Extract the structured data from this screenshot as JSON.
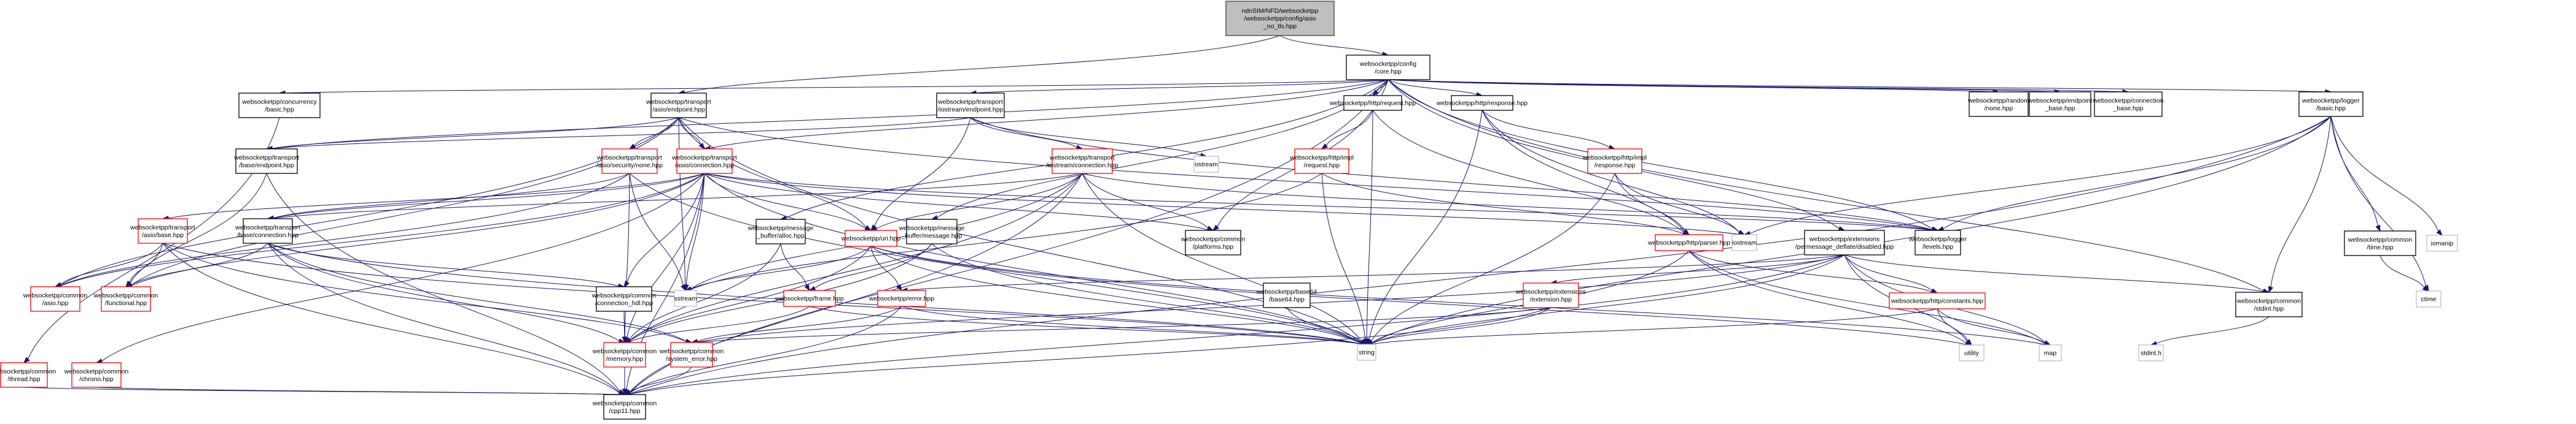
{
  "title": "Include dependency graph for asio_no_tls.hpp",
  "colors": {
    "edge": "#191970",
    "root_fill": "#bfbfbf",
    "root_border": "#404040",
    "normal_border": "#000000",
    "truncated_border": "#ff0000",
    "system_border": "#bfbfbf",
    "fill": "#ffffff"
  },
  "nodes": [
    {
      "id": "root",
      "label": [
        "ndnSIM/NFD/websocketpp",
        "/websocketpp/config/asio",
        "_no_tls.hpp"
      ],
      "kind": "root"
    },
    {
      "id": "core",
      "label": [
        "websocketpp/config",
        "/core.hpp"
      ],
      "kind": "normal"
    },
    {
      "id": "conc",
      "label": [
        "websocketpp/concurrency",
        "/basic.hpp"
      ],
      "kind": "normal"
    },
    {
      "id": "asio_ep",
      "label": [
        "websocketpp/transport",
        "/asio/endpoint.hpp"
      ],
      "kind": "normal"
    },
    {
      "id": "ios_ep",
      "label": [
        "websocketpp/transport",
        "/iostream/endpoint.hpp"
      ],
      "kind": "normal"
    },
    {
      "id": "req",
      "label": [
        "websocketpp/http/request.hpp"
      ],
      "kind": "normal"
    },
    {
      "id": "resp",
      "label": [
        "websocketpp/http/response.hpp"
      ],
      "kind": "normal"
    },
    {
      "id": "rand",
      "label": [
        "websocketpp/random",
        "/none.hpp"
      ],
      "kind": "normal"
    },
    {
      "id": "epbase",
      "label": [
        "websocketpp/endpoint",
        "_base.hpp"
      ],
      "kind": "normal"
    },
    {
      "id": "connbase",
      "label": [
        "websocketpp/connection",
        "_base.hpp"
      ],
      "kind": "normal"
    },
    {
      "id": "logbasic",
      "label": [
        "websocketpp/logger",
        "/basic.hpp"
      ],
      "kind": "normal"
    },
    {
      "id": "base_ep",
      "label": [
        "websocketpp/transport",
        "/base/endpoint.hpp"
      ],
      "kind": "normal"
    },
    {
      "id": "sec_none",
      "label": [
        "websocketpp/transport",
        "/asio/security/none.hpp"
      ],
      "kind": "truncated"
    },
    {
      "id": "asio_conn",
      "label": [
        "websocketpp/transport",
        "/asio/connection.hpp"
      ],
      "kind": "truncated"
    },
    {
      "id": "ios_conn",
      "label": [
        "websocketpp/transport",
        "/iostream/connection.hpp"
      ],
      "kind": "truncated"
    },
    {
      "id": "ostream",
      "label": [
        "ostream"
      ],
      "kind": "system"
    },
    {
      "id": "impl_req",
      "label": [
        "websocketpp/http/impl",
        "/request.hpp"
      ],
      "kind": "truncated"
    },
    {
      "id": "impl_resp",
      "label": [
        "websocketpp/http/impl",
        "/response.hpp"
      ],
      "kind": "truncated"
    },
    {
      "id": "asio_base",
      "label": [
        "websocketpp/transport",
        "/asio/base.hpp"
      ],
      "kind": "truncated"
    },
    {
      "id": "base_conn",
      "label": [
        "websocketpp/transport",
        "/base/connection.hpp"
      ],
      "kind": "normal"
    },
    {
      "id": "uri",
      "label": [
        "websocketpp/uri.hpp"
      ],
      "kind": "truncated"
    },
    {
      "id": "alloc",
      "label": [
        "websocketpp/message",
        "_buffer/alloc.hpp"
      ],
      "kind": "normal"
    },
    {
      "id": "msg",
      "label": [
        "websocketpp/message",
        "_buffer/message.hpp"
      ],
      "kind": "normal"
    },
    {
      "id": "platforms",
      "label": [
        "websocketpp/common",
        "/platforms.hpp"
      ],
      "kind": "normal"
    },
    {
      "id": "parser",
      "label": [
        "websocketpp/http/parser.hpp"
      ],
      "kind": "truncated"
    },
    {
      "id": "iostream",
      "label": [
        "iostream"
      ],
      "kind": "system"
    },
    {
      "id": "pmd",
      "label": [
        "websocketpp/extensions",
        "/permessage_deflate/disabled.hpp"
      ],
      "kind": "normal"
    },
    {
      "id": "levels",
      "label": [
        "websocketpp/logger",
        "/levels.hpp"
      ],
      "kind": "normal"
    },
    {
      "id": "c_asio",
      "label": [
        "websocketpp/common",
        "/asio.hpp"
      ],
      "kind": "truncated"
    },
    {
      "id": "functional",
      "label": [
        "websocketpp/common",
        "/functional.hpp"
      ],
      "kind": "truncated"
    },
    {
      "id": "conn_hdl",
      "label": [
        "websocketpp/common",
        "/connection_hdl.hpp"
      ],
      "kind": "normal"
    },
    {
      "id": "sstream",
      "label": [
        "sstream"
      ],
      "kind": "system"
    },
    {
      "id": "frame",
      "label": [
        "websocketpp/frame.hpp"
      ],
      "kind": "truncated"
    },
    {
      "id": "error",
      "label": [
        "websocketpp/error.hpp"
      ],
      "kind": "truncated"
    },
    {
      "id": "base64",
      "label": [
        "websocketpp/base64",
        "/base64.hpp"
      ],
      "kind": "normal"
    },
    {
      "id": "ext",
      "label": [
        "websocketpp/extensions",
        "/extension.hpp"
      ],
      "kind": "truncated"
    },
    {
      "id": "consts",
      "label": [
        "websocketpp/http/constants.hpp"
      ],
      "kind": "truncated"
    },
    {
      "id": "stdint",
      "label": [
        "websocketpp/common",
        "/stdint.hpp"
      ],
      "kind": "normal"
    },
    {
      "id": "time",
      "label": [
        "websocketpp/common",
        "/time.hpp"
      ],
      "kind": "normal"
    },
    {
      "id": "iomanip",
      "label": [
        "iomanip"
      ],
      "kind": "system"
    },
    {
      "id": "ctime",
      "label": [
        "ctime"
      ],
      "kind": "system"
    },
    {
      "id": "thread",
      "label": [
        "websocketpp/common",
        "/thread.hpp"
      ],
      "kind": "truncated"
    },
    {
      "id": "chrono",
      "label": [
        "websocketpp/common",
        "/chrono.hpp"
      ],
      "kind": "truncated"
    },
    {
      "id": "memory",
      "label": [
        "websocketpp/common",
        "/memory.hpp"
      ],
      "kind": "truncated"
    },
    {
      "id": "syserr",
      "label": [
        "websocketpp/common",
        "/system_error.hpp"
      ],
      "kind": "truncated"
    },
    {
      "id": "string",
      "label": [
        "string"
      ],
      "kind": "system"
    },
    {
      "id": "utility",
      "label": [
        "utility"
      ],
      "kind": "system"
    },
    {
      "id": "map",
      "label": [
        "map"
      ],
      "kind": "system"
    },
    {
      "id": "stdint_h",
      "label": [
        "stdint.h"
      ],
      "kind": "system"
    },
    {
      "id": "cpp11",
      "label": [
        "websocketpp/common",
        "/cpp11.hpp"
      ],
      "kind": "normal"
    }
  ],
  "edges": [
    [
      "root",
      "core"
    ],
    [
      "root",
      "asio_ep"
    ],
    [
      "core",
      "conc"
    ],
    [
      "core",
      "ios_ep"
    ],
    [
      "core",
      "req"
    ],
    [
      "core",
      "resp"
    ],
    [
      "core",
      "rand"
    ],
    [
      "core",
      "epbase"
    ],
    [
      "core",
      "connbase"
    ],
    [
      "core",
      "logbasic"
    ],
    [
      "core",
      "alloc"
    ],
    [
      "core",
      "msg"
    ],
    [
      "core",
      "platforms"
    ],
    [
      "core",
      "pmd"
    ],
    [
      "core",
      "levels"
    ],
    [
      "core",
      "stdint"
    ],
    [
      "core",
      "cpp11"
    ],
    [
      "core",
      "base_ep"
    ],
    [
      "core",
      "asio_conn"
    ],
    [
      "conc",
      "thread"
    ],
    [
      "asio_ep",
      "base_ep"
    ],
    [
      "asio_ep",
      "sec_none"
    ],
    [
      "asio_ep",
      "asio_conn"
    ],
    [
      "asio_ep",
      "c_asio"
    ],
    [
      "asio_ep",
      "functional"
    ],
    [
      "asio_ep",
      "sstream"
    ],
    [
      "asio_ep",
      "string"
    ],
    [
      "asio_ep",
      "uri"
    ],
    [
      "asio_ep",
      "levels"
    ],
    [
      "ios_ep",
      "base_ep"
    ],
    [
      "ios_ep",
      "ios_conn"
    ],
    [
      "ios_ep",
      "ostream"
    ],
    [
      "ios_ep",
      "uri"
    ],
    [
      "ios_ep",
      "levels"
    ],
    [
      "req",
      "impl_req"
    ],
    [
      "req",
      "parser"
    ],
    [
      "req",
      "string"
    ],
    [
      "resp",
      "impl_resp"
    ],
    [
      "resp",
      "parser"
    ],
    [
      "resp",
      "iostream"
    ],
    [
      "resp",
      "string"
    ],
    [
      "logbasic",
      "levels"
    ],
    [
      "logbasic",
      "stdint"
    ],
    [
      "logbasic",
      "time"
    ],
    [
      "logbasic",
      "iomanip"
    ],
    [
      "logbasic",
      "ctime"
    ],
    [
      "logbasic",
      "cpp11"
    ],
    [
      "logbasic",
      "iostream"
    ],
    [
      "logbasic",
      "string"
    ],
    [
      "base_ep",
      "functional"
    ],
    [
      "base_ep",
      "cpp11"
    ],
    [
      "sec_none",
      "base_conn"
    ],
    [
      "sec_none",
      "c_asio"
    ],
    [
      "sec_none",
      "memory"
    ],
    [
      "sec_none",
      "sstream"
    ],
    [
      "sec_none",
      "string"
    ],
    [
      "asio_conn",
      "base_conn"
    ],
    [
      "asio_conn",
      "asio_base"
    ],
    [
      "asio_conn",
      "c_asio"
    ],
    [
      "asio_conn",
      "functional"
    ],
    [
      "asio_conn",
      "conn_hdl"
    ],
    [
      "asio_conn",
      "memory"
    ],
    [
      "asio_conn",
      "cpp11"
    ],
    [
      "asio_conn",
      "platforms"
    ],
    [
      "asio_conn",
      "uri"
    ],
    [
      "asio_conn",
      "levels"
    ],
    [
      "asio_conn",
      "sstream"
    ],
    [
      "asio_conn",
      "string"
    ],
    [
      "asio_conn",
      "chrono"
    ],
    [
      "asio_conn",
      "iostream"
    ],
    [
      "ios_conn",
      "base_conn"
    ],
    [
      "ios_conn",
      "uri"
    ],
    [
      "ios_conn",
      "platforms"
    ],
    [
      "ios_conn",
      "sstream"
    ],
    [
      "ios_conn",
      "string"
    ],
    [
      "ios_conn",
      "levels"
    ],
    [
      "ios_conn",
      "memory"
    ],
    [
      "ios_conn",
      "cpp11"
    ],
    [
      "impl_req",
      "parser"
    ],
    [
      "impl_req",
      "string"
    ],
    [
      "impl_req",
      "sstream"
    ],
    [
      "impl_resp",
      "parser"
    ],
    [
      "impl_resp",
      "string"
    ],
    [
      "impl_resp",
      "iostream"
    ],
    [
      "asio_base",
      "c_asio"
    ],
    [
      "asio_base",
      "functional"
    ],
    [
      "asio_base",
      "syserr"
    ],
    [
      "asio_base",
      "cpp11"
    ],
    [
      "asio_base",
      "string"
    ],
    [
      "base_conn",
      "functional"
    ],
    [
      "base_conn",
      "conn_hdl"
    ],
    [
      "base_conn",
      "syserr"
    ],
    [
      "base_conn",
      "cpp11"
    ],
    [
      "base_conn",
      "string"
    ],
    [
      "base_conn",
      "memory"
    ],
    [
      "uri",
      "error"
    ],
    [
      "uri",
      "memory"
    ],
    [
      "uri",
      "string"
    ],
    [
      "uri",
      "sstream"
    ],
    [
      "uri",
      "map"
    ],
    [
      "uri",
      "utility"
    ],
    [
      "alloc",
      "frame"
    ],
    [
      "alloc",
      "memory"
    ],
    [
      "msg",
      "frame"
    ],
    [
      "msg",
      "memory"
    ],
    [
      "msg",
      "string"
    ],
    [
      "parser",
      "consts"
    ],
    [
      "parser",
      "string"
    ],
    [
      "parser",
      "utility"
    ],
    [
      "parser",
      "map"
    ],
    [
      "pmd",
      "ext"
    ],
    [
      "pmd",
      "consts"
    ],
    [
      "pmd",
      "error"
    ],
    [
      "pmd",
      "stdint"
    ],
    [
      "pmd",
      "string"
    ],
    [
      "pmd",
      "utility"
    ],
    [
      "pmd",
      "map"
    ],
    [
      "pmd",
      "cpp11"
    ],
    [
      "pmd",
      "syserr"
    ],
    [
      "conn_hdl",
      "memory"
    ],
    [
      "frame",
      "memory"
    ],
    [
      "frame",
      "string"
    ],
    [
      "error",
      "syserr"
    ],
    [
      "error",
      "cpp11"
    ],
    [
      "error",
      "string"
    ],
    [
      "base64",
      "string"
    ],
    [
      "ext",
      "syserr"
    ],
    [
      "ext",
      "cpp11"
    ],
    [
      "ext",
      "string"
    ],
    [
      "consts",
      "utility"
    ],
    [
      "consts",
      "map"
    ],
    [
      "consts",
      "string"
    ],
    [
      "stdint",
      "stdint_h"
    ],
    [
      "time",
      "ctime"
    ],
    [
      "thread",
      "cpp11"
    ],
    [
      "chrono",
      "cpp11"
    ],
    [
      "memory",
      "cpp11"
    ],
    [
      "syserr",
      "cpp11"
    ]
  ]
}
